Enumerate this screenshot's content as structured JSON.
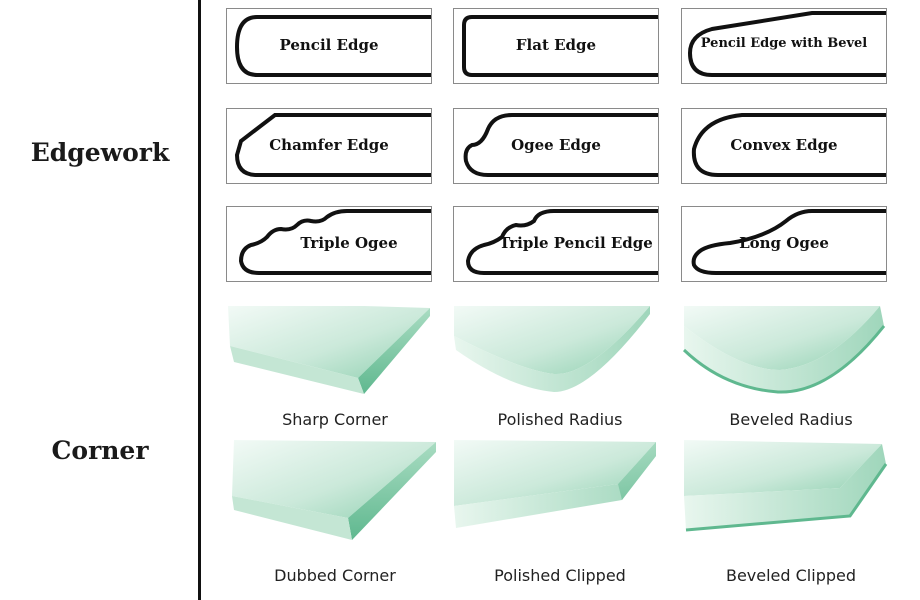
{
  "sections": {
    "edgework": "Edgework",
    "corner": "Corner"
  },
  "edgework": [
    {
      "label": "Pencil Edge"
    },
    {
      "label": "Flat Edge"
    },
    {
      "label": "Pencil Edge with Bevel"
    },
    {
      "label": "Chamfer Edge"
    },
    {
      "label": "Ogee Edge"
    },
    {
      "label": "Convex Edge"
    },
    {
      "label": "Triple Ogee"
    },
    {
      "label": "Triple Pencil Edge"
    },
    {
      "label": "Long Ogee"
    }
  ],
  "corners": [
    {
      "label": "Sharp Corner"
    },
    {
      "label": "Polished Radius"
    },
    {
      "label": "Beveled Radius"
    },
    {
      "label": "Dubbed Corner"
    },
    {
      "label": "Polished Clipped"
    },
    {
      "label": "Beveled Clipped"
    }
  ],
  "colors": {
    "glass_light": "#e9f6ef",
    "glass_mid": "#b9e2cd",
    "glass_dark": "#7cc8a3",
    "outline": "#111111"
  }
}
